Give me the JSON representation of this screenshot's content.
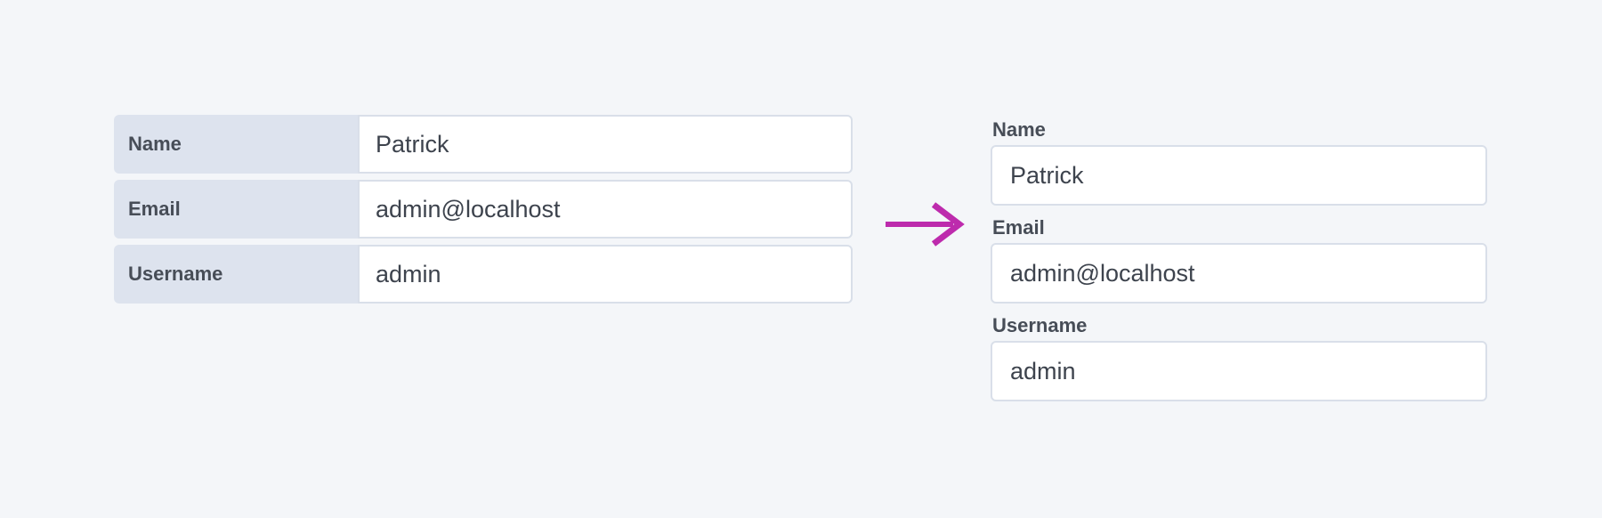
{
  "page": {
    "background_color": "#f4f6f9",
    "description": "form layout comparison: table layout transforming into stacked label layout"
  },
  "colors": {
    "label_cell_bg": "#dde3ee",
    "field_border": "#d9dfe9",
    "label_text": "#474d57",
    "value_text": "#3d434d",
    "arrow_accent": "#bd2bad"
  },
  "comparison": {
    "before": {
      "layout": "table",
      "rows": [
        {
          "label": "Name",
          "value": "Patrick"
        },
        {
          "label": "Email",
          "value": "admin@localhost"
        },
        {
          "label": "Username",
          "value": "admin"
        }
      ]
    },
    "arrow": {
      "icon": "arrow-right-icon",
      "direction": "right",
      "color": "#bd2bad"
    },
    "after": {
      "layout": "stacked",
      "fields": [
        {
          "label": "Name",
          "value": "Patrick"
        },
        {
          "label": "Email",
          "value": "admin@localhost"
        },
        {
          "label": "Username",
          "value": "admin"
        }
      ]
    }
  }
}
